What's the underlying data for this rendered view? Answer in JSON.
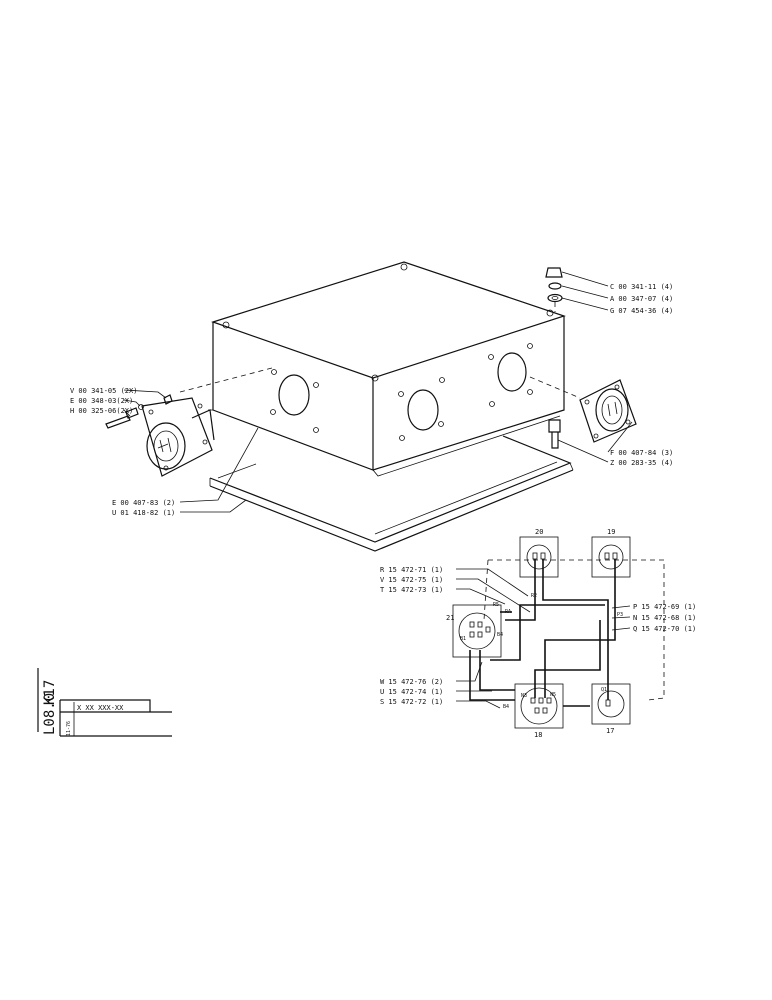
{
  "parts_left": [
    {
      "id": "v",
      "text": "V 00 341-05 (2X)"
    },
    {
      "id": "e",
      "text": "E 00 348-03(2X)"
    },
    {
      "id": "h",
      "text": "H 00 325-06(2X)"
    },
    {
      "id": "e2",
      "text": "E 00 407-83 (2)"
    },
    {
      "id": "u",
      "text": "U 01 418-82 (1)"
    }
  ],
  "parts_right": [
    {
      "id": "c",
      "text": "C 00 341-11 (4)"
    },
    {
      "id": "a",
      "text": "A 00 347-07 (4)"
    },
    {
      "id": "g",
      "text": "G 07 454-36 (4)"
    },
    {
      "id": "f",
      "text": "F 00 407-84 (3)"
    },
    {
      "id": "z",
      "text": "Z 00 283-35 (4)"
    }
  ],
  "wiring_left": [
    {
      "id": "r",
      "text": "R 15 472-71 (1)"
    },
    {
      "id": "v2",
      "text": "V 15 472-75 (1)"
    },
    {
      "id": "t",
      "text": "T 15 472-73 (1)"
    },
    {
      "id": "w",
      "text": "W 15 472-76 (2)"
    },
    {
      "id": "u2",
      "text": "U 15 472-74 (1)"
    },
    {
      "id": "s",
      "text": "S 15 472-72 (1)"
    }
  ],
  "wiring_right": [
    {
      "id": "p",
      "text": "P 15 472-69 (1)"
    },
    {
      "id": "n",
      "text": "N 15 472-68 (1)"
    },
    {
      "id": "q",
      "text": "Q 15 472-70 (1)"
    }
  ],
  "connectors": {
    "c20": "20",
    "c19": "19",
    "c21": "21",
    "c18": "18",
    "c17": "17"
  },
  "title_block": {
    "code_top": "K17",
    "code_bottom": "L08.0",
    "small_vertical": "11-76",
    "ref_box": "X XX XXX-XX"
  }
}
